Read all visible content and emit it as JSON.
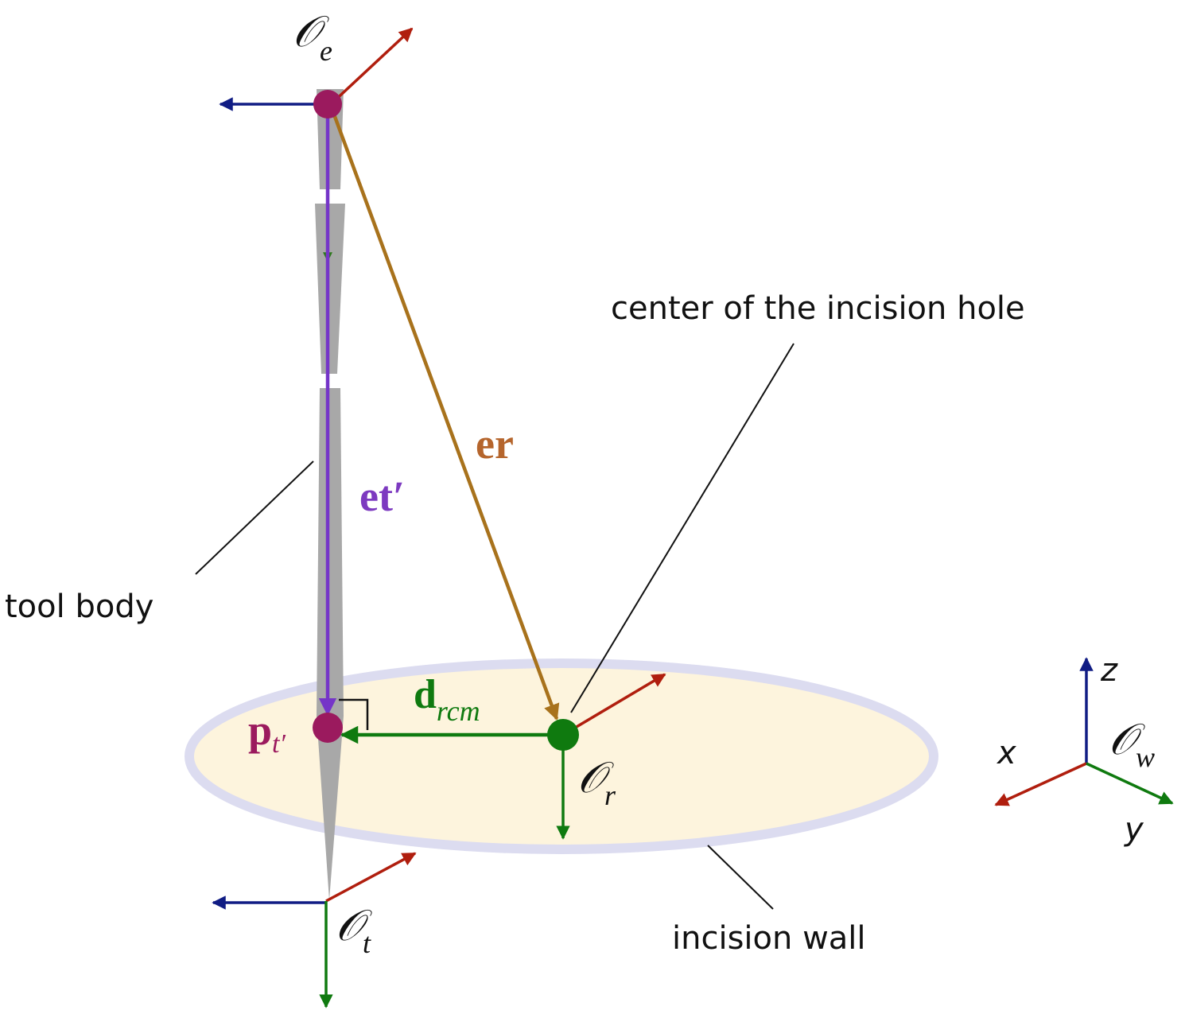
{
  "labels": {
    "frame_e": "𝒪",
    "frame_e_sub": "e",
    "frame_t": "𝒪",
    "frame_t_sub": "t",
    "frame_r": "𝒪",
    "frame_r_sub": "r",
    "frame_w": "𝒪",
    "frame_w_sub": "w",
    "vector_er": "er",
    "vector_et": "et′",
    "vector_d": "d",
    "vector_d_sub": "rcm",
    "point_p": "p",
    "point_p_sub": "t′",
    "axis_x": "x",
    "axis_y": "y",
    "axis_z": "z"
  },
  "annotations": {
    "tool_body": "tool body",
    "center_hole": "center of the incision hole",
    "incision_wall": "incision wall"
  },
  "colors": {
    "x_axis": "#b01e0e",
    "y_axis": "#157a12",
    "z_axis": "#101c84",
    "z_label": "#2a6fb4",
    "er_vector": "#a8721c",
    "er_label": "#b5652c",
    "et_vector": "#7535c8",
    "et_label": "#7d3ac0",
    "d_rcm": "#0f7a0f",
    "point_magenta": "#9b1a5e",
    "frame_r_point": "#0f7a0f",
    "tool_body": "#a8a8a8",
    "incision_fill": "#fdf4dd",
    "incision_rim": "#dcdcf0"
  }
}
